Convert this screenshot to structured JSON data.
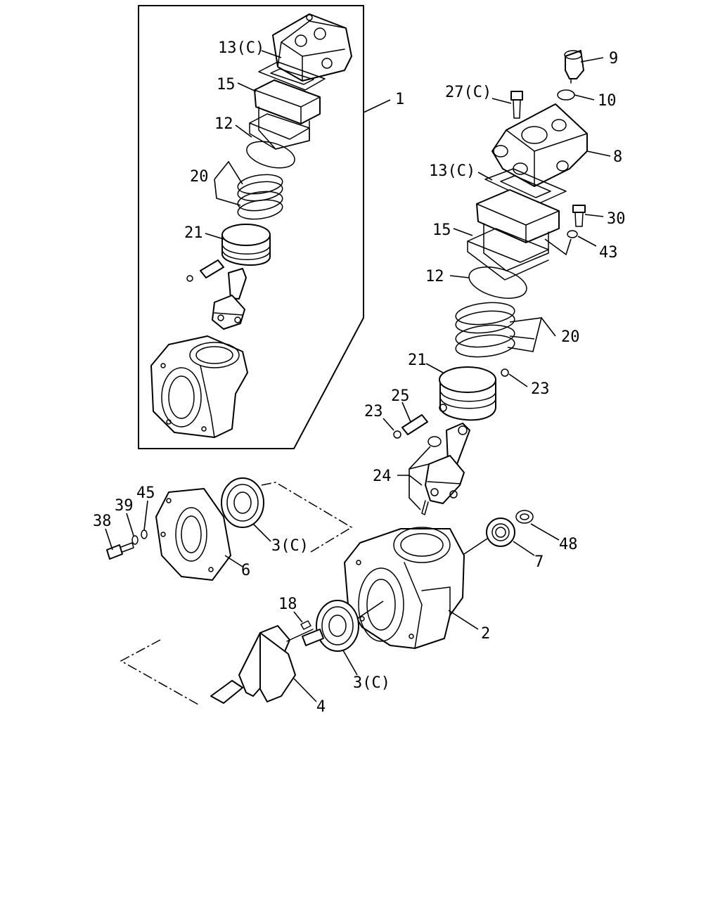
{
  "callouts": {
    "c1": "1",
    "c2": "2",
    "c3a": "3(C)",
    "c3b": "3(C)",
    "c4": "4",
    "c6": "6",
    "c7": "7",
    "c8": "8",
    "c9": "9",
    "c10": "10",
    "c12a": "12",
    "c12b": "12",
    "c13a": "13(C)",
    "c13b": "13(C)",
    "c15a": "15",
    "c15b": "15",
    "c18": "18",
    "c20a": "20",
    "c20b": "20",
    "c21a": "21",
    "c21b": "21",
    "c23a": "23",
    "c23b": "23",
    "c24": "24",
    "c25": "25",
    "c27": "27(C)",
    "c30": "30",
    "c38": "38",
    "c39": "39",
    "c43": "43",
    "c45": "45",
    "c48": "48"
  }
}
